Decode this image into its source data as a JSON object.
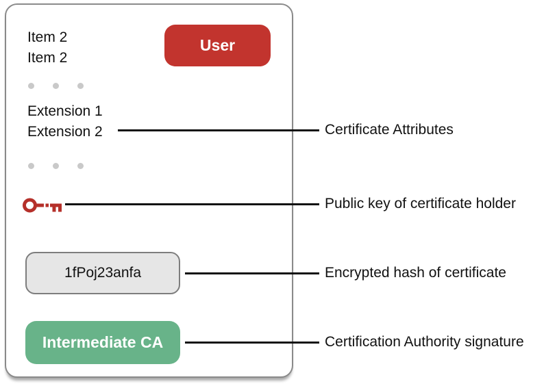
{
  "card": {
    "items": [
      "Item 2",
      "Item 2"
    ],
    "user_badge": "User",
    "extensions": [
      "Extension 1",
      "Extension 2"
    ],
    "hash_value": "1fPoj23anfa",
    "ca_badge": "Intermediate CA"
  },
  "annotations": {
    "certificate_attributes": "Certificate Attributes",
    "public_key": "Public key of certificate holder",
    "encrypted_hash": "Encrypted hash of certificate",
    "ca_signature": "Certification Authority signature"
  },
  "colors": {
    "badge_red": "#c2342e",
    "key_red": "#b5302a",
    "badge_green": "#68b389",
    "hash_box_bg": "#e6e6e6",
    "hash_box_border": "#7d7d7d",
    "card_border": "#8a8a8a",
    "dot_gray": "#c9c9c9",
    "line_black": "#111111"
  }
}
